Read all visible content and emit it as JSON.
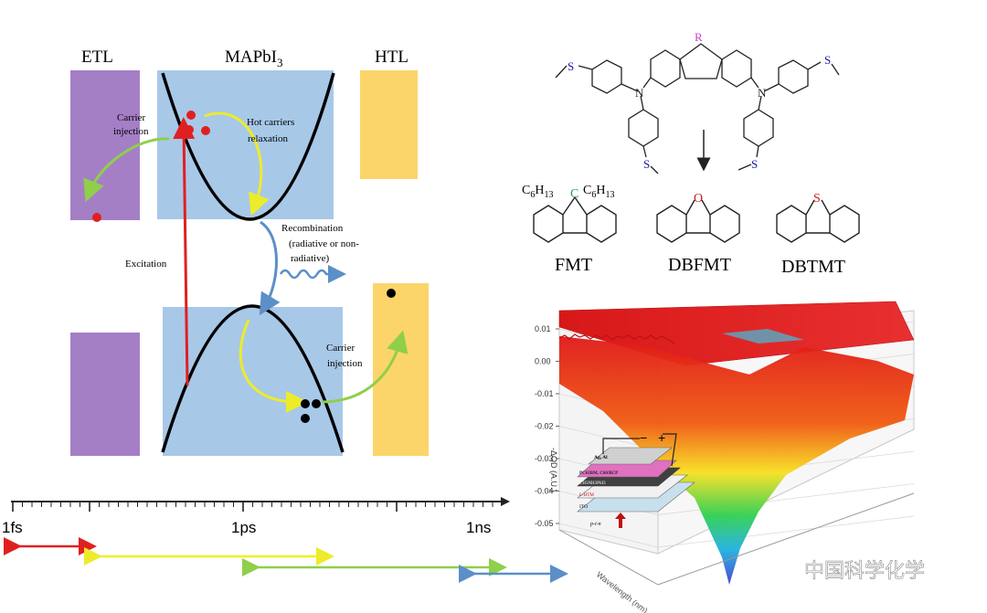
{
  "energy_diagram": {
    "etl_label": "ETL",
    "mapbi_label_main": "MAPbI",
    "mapbi_label_sub": "3",
    "htl_label": "HTL",
    "carrier_injection_top_line1": "Carrier",
    "carrier_injection_top_line2": "injection",
    "hot_carriers_line1": "Hot carriers",
    "hot_carriers_line2": "relaxation",
    "recombination_line1": "Recombination",
    "recombination_line2": "(radiative  or  non-",
    "recombination_line3": "radiative)",
    "excitation": "Excitation",
    "carrier_injection_bottom_line1": "Carrier",
    "carrier_injection_bottom_line2": "injection",
    "colors": {
      "etl": "#a57fc6",
      "perovskite": "#a8c8e8",
      "htl": "#fbd56a",
      "excitation": "#e02020",
      "relaxation": "#ecec2a",
      "injection": "#8fcf4a",
      "recombination": "#5b8fc7"
    }
  },
  "timescale": {
    "tick_1fs": "1fs",
    "tick_1ps": "1ps",
    "tick_1ns": "1ns",
    "colors": {
      "excitation": "#e02020",
      "relaxation": "#f0f020",
      "injection": "#8fcf4a",
      "recombination": "#5b8fc7"
    }
  },
  "molecule": {
    "r_label": "R",
    "n_label": "N",
    "s_label": "S",
    "fmt_substituent_left": "C6H13",
    "fmt_substituent_right": "C6H13",
    "fmt_center": "C",
    "dbfmt_hetero": "O",
    "dbtmt_hetero": "S",
    "names": [
      "FMT",
      "DBFMT",
      "DBTMT"
    ]
  },
  "plot3d": {
    "z_axis_label": "-ΔOD (A.U.)",
    "z_ticks": [
      "0.01",
      "0.00",
      "-0.01",
      "-0.02",
      "-0.03",
      "-0.04",
      "-0.05"
    ],
    "x_axis_label": "Wavelength (nm)",
    "device_layers": [
      "Ag, Al",
      "PC61BM, C60/BCP",
      "CH3NH3PbI3",
      "L-HTM",
      "ITO"
    ],
    "device_caption": "p-i-n",
    "device_terminals": [
      "−",
      "+"
    ]
  },
  "watermark": "中国科学化学"
}
